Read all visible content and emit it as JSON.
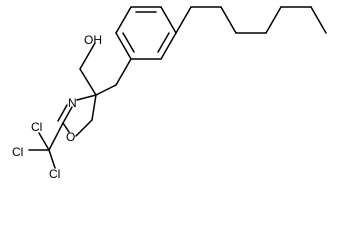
{
  "molecule": {
    "atoms": {
      "oh": "OH",
      "n": "N",
      "o_ring": "O",
      "cl_top": "Cl",
      "cl_left": "Cl",
      "cl_bottom": "Cl"
    }
  }
}
